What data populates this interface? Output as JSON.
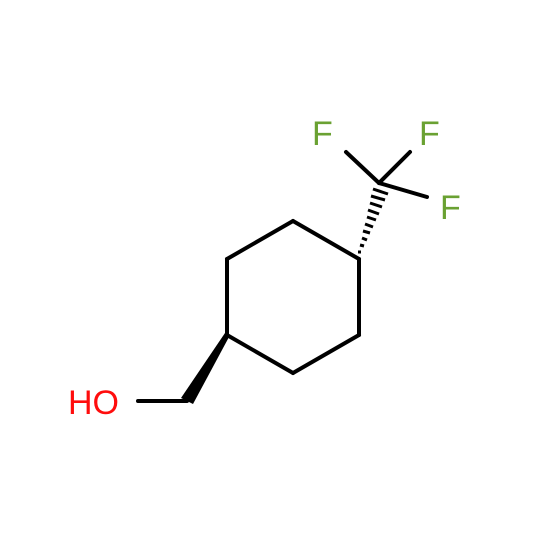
{
  "molecule": {
    "atoms": {
      "hydroxyl": {
        "label": "HO",
        "color": "#ff0d0d"
      },
      "fluorine_top_left": {
        "label": "F",
        "color": "#6aa132"
      },
      "fluorine_top_right": {
        "label": "F",
        "color": "#6aa132"
      },
      "fluorine_right": {
        "label": "F",
        "color": "#6aa132"
      }
    },
    "bond_color": "#000000",
    "stereo": {
      "ch2oh_bond": "wedge",
      "cf3_bond": "hash"
    }
  }
}
